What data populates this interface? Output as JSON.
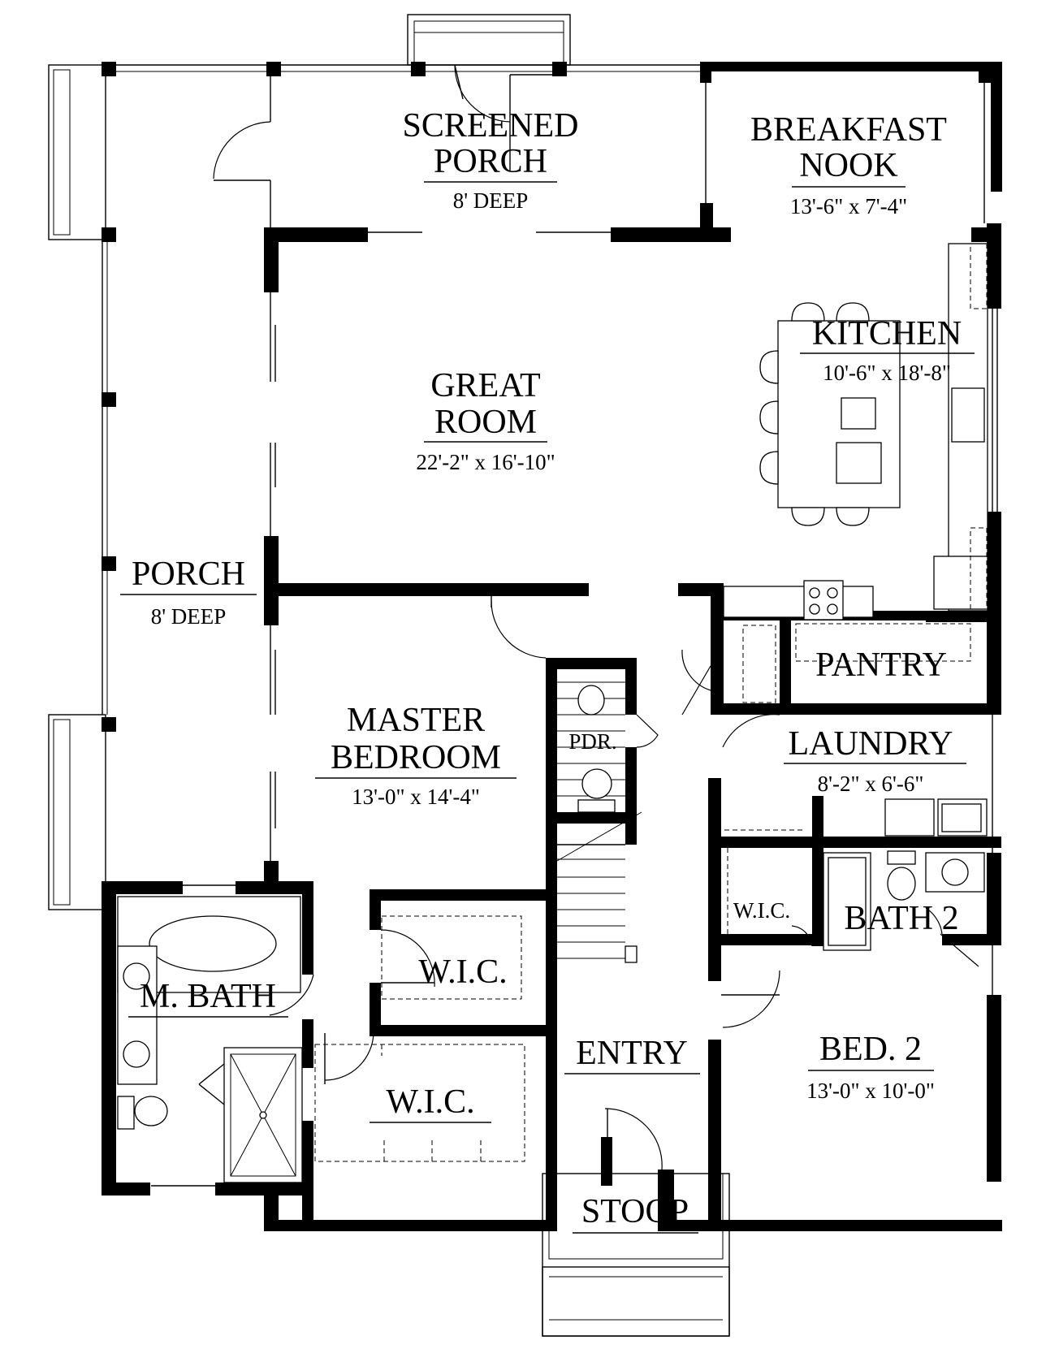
{
  "rooms": {
    "screened_porch": {
      "name_1": "SCREENED",
      "name_2": "PORCH",
      "dims": "8' DEEP"
    },
    "breakfast_nook": {
      "name_1": "BREAKFAST",
      "name_2": "NOOK",
      "dims": "13'-6\" x 7'-4\""
    },
    "kitchen": {
      "name": "KITCHEN",
      "dims": "10'-6\" x 18'-8\""
    },
    "great_room": {
      "name_1": "GREAT",
      "name_2": "ROOM",
      "dims": "22'-2\" x 16'-10\""
    },
    "porch": {
      "name": "PORCH",
      "dims": "8' DEEP"
    },
    "pantry": {
      "name": "PANTRY"
    },
    "powder": {
      "name": "PDR."
    },
    "laundry": {
      "name": "LAUNDRY",
      "dims": "8'-2\" x 6'-6\""
    },
    "master_bedroom": {
      "name_1": "MASTER",
      "name_2": "BEDROOM",
      "dims": "13'-0\" x 14'-4\""
    },
    "wic_small": {
      "name": "W.I.C."
    },
    "bath_2": {
      "name": "BATH 2"
    },
    "master_wic_1": {
      "name": "W.I.C."
    },
    "master_bath": {
      "name": "M. BATH"
    },
    "master_wic_2": {
      "name": "W.I.C."
    },
    "entry": {
      "name": "ENTRY"
    },
    "bed_2": {
      "name": "BED. 2",
      "dims": "13'-0\" x 10'-0\""
    },
    "stoop": {
      "name": "STOOP"
    }
  }
}
